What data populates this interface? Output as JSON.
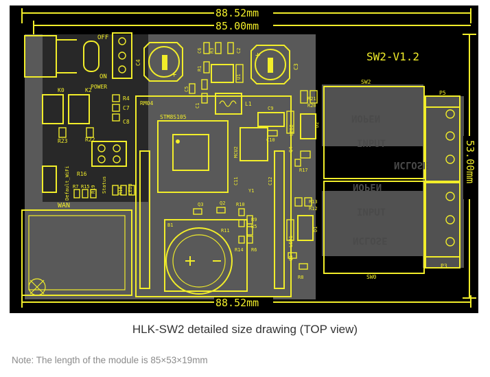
{
  "drawing": {
    "board_name": "SW2-V1.2",
    "dimensions": {
      "top_overall": "88.52mm",
      "top_board": "85.00mm",
      "bottom_overall": "88.52mm",
      "right_height": "53.00mm"
    },
    "labels": {
      "off": "OFF",
      "on": "ON",
      "power": "POWER",
      "k0": "K0",
      "k2": "K2",
      "r4": "R4",
      "c7": "C7",
      "c8": "C8",
      "rm04": "RM04",
      "stm": "STM8S105",
      "c6": "C6",
      "r3": "R3",
      "c2": "C2",
      "c4": "C4",
      "r1": "R1",
      "u1": "U1",
      "c3": "C3",
      "c5": "C5",
      "c1": "C1",
      "l1": "L1",
      "c9": "C9",
      "c10": "C10",
      "led2": "LED2",
      "d2": "D2",
      "r21": "R21",
      "r20": "R20",
      "q4": "Q4",
      "r17": "R17",
      "mcu2": "MCU2",
      "y1": "Y1",
      "c11": "C11",
      "c12": "C12",
      "q3": "Q3",
      "q2": "Q2",
      "r10": "R10",
      "r11": "R11",
      "r9": "R9",
      "r5": "R5",
      "r14": "R14",
      "r6": "R6",
      "b1": "B1",
      "r13": "R13",
      "r12": "R12",
      "led1": "LED1",
      "d1": "D1",
      "q1": "Q1",
      "r8": "R8",
      "r23": "R23",
      "r22": "R22",
      "r16": "R16",
      "r7": "R7",
      "r15": "R15",
      "r19": "R19",
      "r18": "R18",
      "led3": "LED3",
      "default_wifi": "Default_WiFi",
      "status": "Status",
      "wan": "WAN",
      "sw2": "SW2",
      "sw0": "SW0",
      "p5": "P5",
      "p3": "P3",
      "nopen": "NOPEN",
      "input": "INPUT",
      "nclose": "NCLOSE"
    }
  },
  "caption": "HLK-SW2 detailed size drawing (TOP view)",
  "note": "Note: The length of the module is 85×53×19mm",
  "colors": {
    "board": "#000000",
    "silkscreen": "#f2ee2a",
    "copper_overlay": "#6a6a6a"
  }
}
